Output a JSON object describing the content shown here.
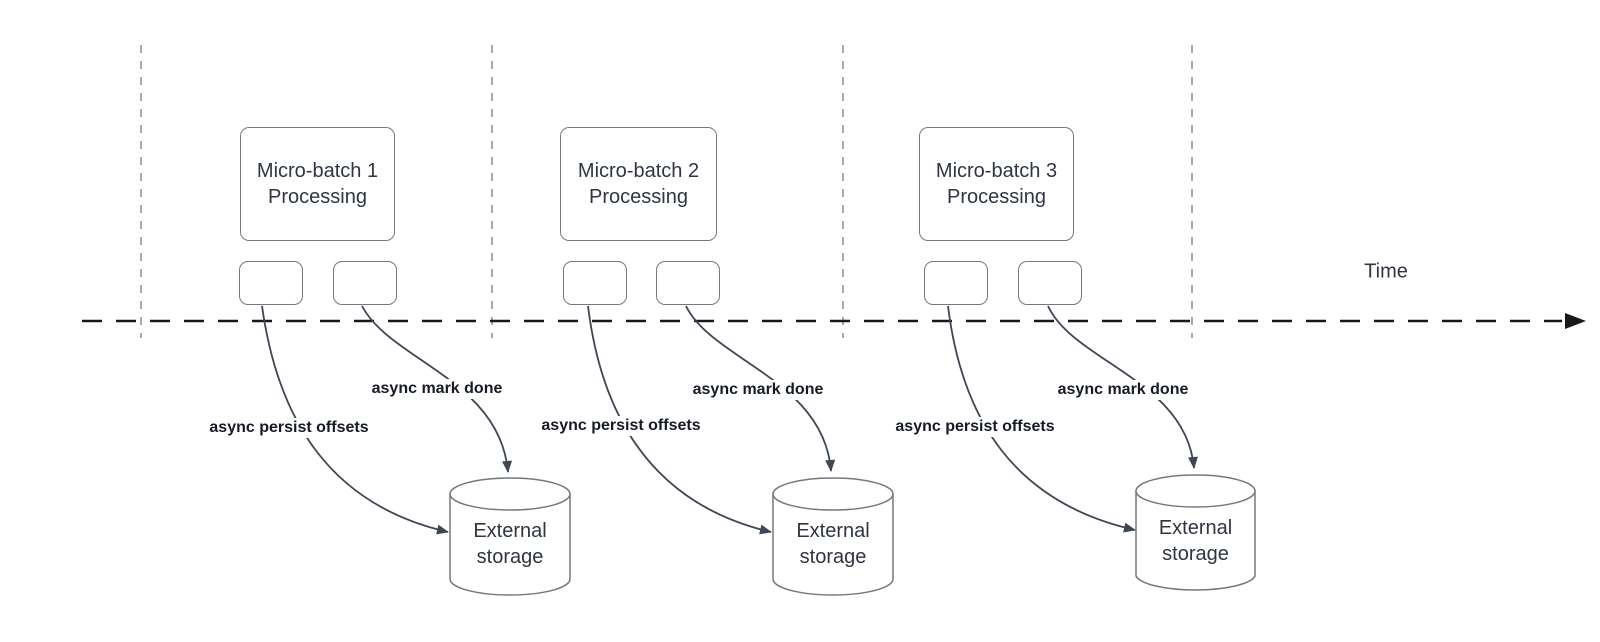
{
  "diagram": {
    "time_axis_label": "Time",
    "sections": [
      {
        "batch_label": "Micro-batch 1\nProcessing",
        "persist_offsets_label": "async persist offsets",
        "mark_done_label": "async mark done",
        "storage_label": "External\nstorage"
      },
      {
        "batch_label": "Micro-batch 2\nProcessing",
        "persist_offsets_label": "async persist offsets",
        "mark_done_label": "async mark done",
        "storage_label": "External\nstorage"
      },
      {
        "batch_label": "Micro-batch 3\nProcessing",
        "persist_offsets_label": "async persist offsets",
        "mark_done_label": "async mark done",
        "storage_label": "External\nstorage"
      }
    ],
    "colors": {
      "background": "#ffffff",
      "shape_stroke": "#74797f",
      "guide_line": "#a7a9ae",
      "timeline": "#17191d",
      "arrow": "#3f4654",
      "shape_text": "#2f3640",
      "label_text": "#161b26"
    }
  }
}
